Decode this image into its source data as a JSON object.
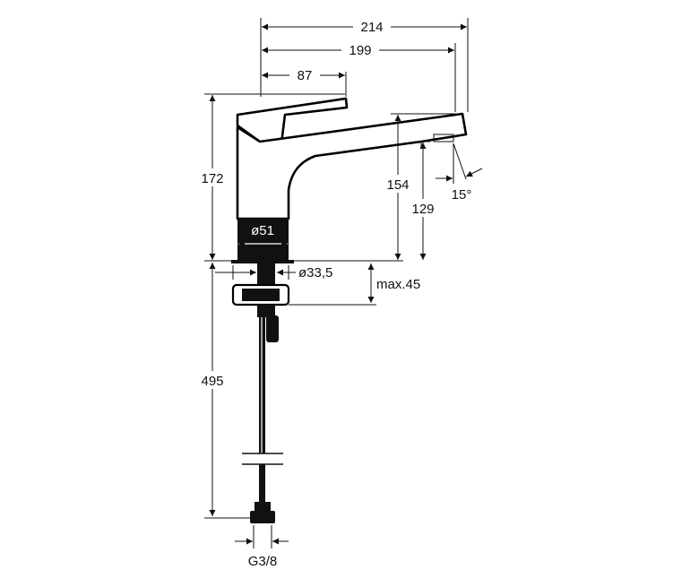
{
  "dimensions": {
    "d214": "214",
    "d199": "199",
    "d87": "87",
    "d172": "172",
    "d154": "154",
    "d129": "129",
    "d15deg": "15°",
    "d51": "ø51",
    "d33_5": "ø33,5",
    "dmax45": "max.45",
    "d495": "495",
    "g38": "G3/8"
  },
  "colors": {
    "line": "#111111",
    "background": "#ffffff"
  }
}
